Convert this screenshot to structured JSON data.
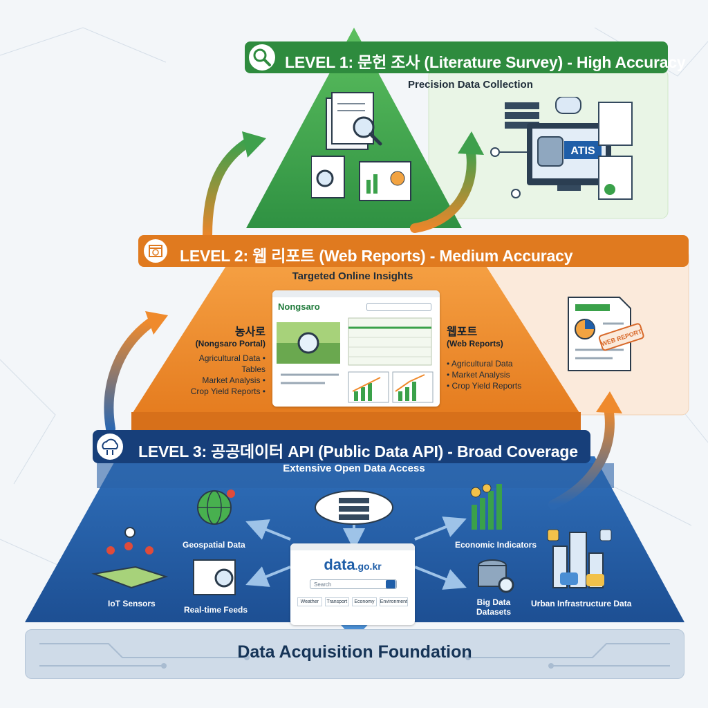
{
  "level1": {
    "title": "LEVEL 1: 문헌 조사 (Literature Survey) - High Accuracy",
    "subtitle": "Precision Data Collection",
    "atis_label": "ATIS",
    "color": "#2e8b3e",
    "icon": "magnifier-icon"
  },
  "level2": {
    "title": "LEVEL 2: 웹 리포트 (Web Reports) - Medium Accuracy",
    "subtitle": "Targeted Online Insights",
    "color": "#e07a1f",
    "icon": "browser-globe-icon",
    "nongsaro": {
      "logo": "Nongsaro",
      "title_ko": "농사로",
      "title_en": "(Nongsaro Portal)",
      "items": [
        "Agricultural Data •",
        "Tables",
        "Market Analysis •",
        "Crop Yield Reports •"
      ]
    },
    "webreports": {
      "title_ko": "웹포트",
      "title_en": "(Web Reports)",
      "items": [
        "• Agricultural Data",
        "• Market Analysis",
        "• Crop Yield Reports"
      ]
    },
    "stamp_text": "WEB REPORT"
  },
  "level3": {
    "title": "LEVEL 3: 공공데이터 API (Public Data API) - Broad Coverage",
    "subtitle": "Extensive Open Data Access",
    "color": "#1f5ea8",
    "icon": "cloud-network-icon",
    "portal": {
      "name_main": "data",
      "name_suffix": ".go.kr",
      "search_placeholder": "Search",
      "tabs": [
        "Weather",
        "Transport",
        "Economy",
        "Environment"
      ]
    },
    "labels": {
      "geospatial": "Geospatial Data",
      "iot": "IoT Sensors",
      "realtime": "Real-time Feeds",
      "economic": "Economic Indicators",
      "bigdata": "Big Data Datasets",
      "urban": "Urban Infrastructure Data"
    }
  },
  "foundation": {
    "title": "Data Acquisition Foundation"
  }
}
